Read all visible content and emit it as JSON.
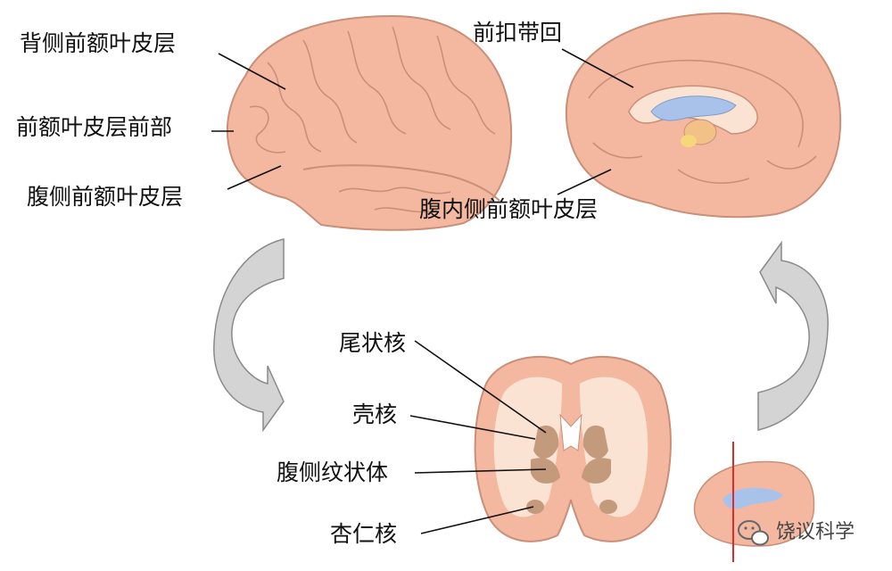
{
  "labels": {
    "dlpfc": "背侧前额叶皮层",
    "frontal_pole": "前额叶皮层前部",
    "vlpfc": "腹侧前额叶皮层",
    "acc": "前扣带回",
    "vmpfc": "腹内侧前额叶皮层",
    "caudate": "尾状核",
    "putamen": "壳核",
    "ventral_striatum": "腹侧纹状体",
    "amygdala": "杏仁核"
  },
  "watermark": {
    "text": "饶议科学",
    "icon": "wechat-icon"
  },
  "colors": {
    "cortex": "#f4b8a0",
    "cortex_outline": "#c98f78",
    "white_matter": "#fbe3d4",
    "ventricle": "#a9c2ea",
    "nucleus": "#c49a7c",
    "arrow": "#d4d4d4",
    "cut_line": "#e22a2a"
  }
}
